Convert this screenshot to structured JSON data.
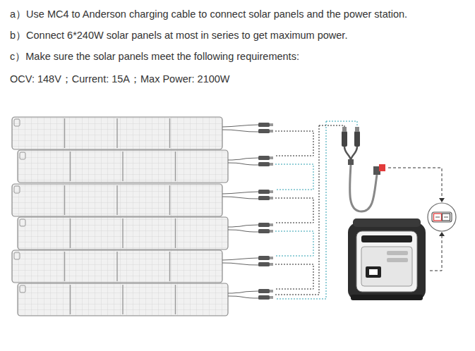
{
  "diagram": {
    "labels": [
      "a）Use MC4 to Anderson charging cable to connect solar panels and the power station.",
      "b）Connect 6*240W solar panels at most in series to get maximum power.",
      "c）Make sure the solar panels meet the following requirements:",
      "OCV: 148V；Current: 15A；Max Power: 2100W"
    ]
  }
}
